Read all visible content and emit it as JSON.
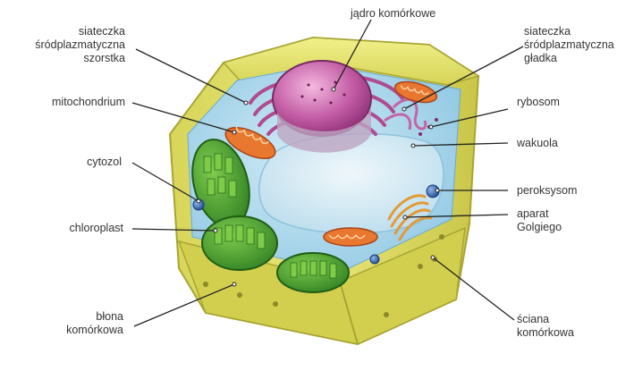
{
  "labels": {
    "nucleus": "jądro komórkowe",
    "rough_er": [
      "siateczka",
      "śródplazmatyczna",
      "szorstka"
    ],
    "smooth_er": [
      "siateczka",
      "śródplazmatyczna",
      "gładka"
    ],
    "mitochondrion": "mitochondrium",
    "ribosome": "rybosom",
    "cytosol": "cytozol",
    "vacuole": "wakuola",
    "peroxisome": "peroksysom",
    "chloroplast": "chloroplast",
    "golgi": [
      "aparat",
      "Golgiego"
    ],
    "cell_membrane": [
      "błona",
      "komórkowa"
    ],
    "cell_wall": [
      "ściana",
      "komórkowa"
    ]
  },
  "colors": {
    "cell_wall": "#dcdc5a",
    "cell_wall_dark": "#b8b83a",
    "cytoplasm": "#a9d6ec",
    "vacuole": "#d6ecf6",
    "nucleus_envelope": "#a64a8a",
    "nucleolus": "#c04d9c",
    "chloroplast": "#3f9b2c",
    "mitochondrion": "#d9662a",
    "golgi": "#e9a23a",
    "peroxisome": "#2e5fa8",
    "leader_line": "#222222"
  }
}
